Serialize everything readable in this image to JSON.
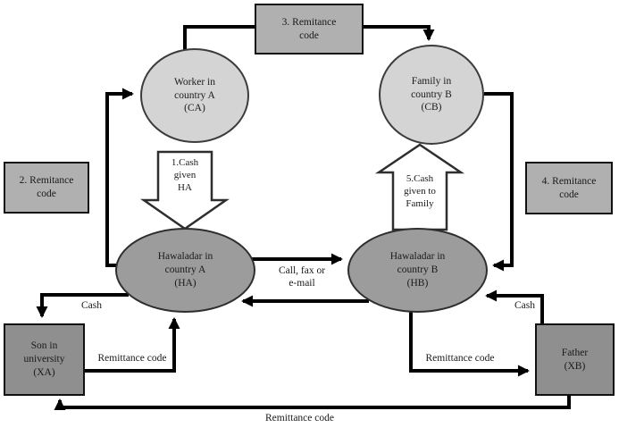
{
  "diagram": {
    "title": "Hawala remittance flow diagram",
    "colors": {
      "background": "#ffffff",
      "label_box_fill": "#b0b0b0",
      "person_ellipse_fill": "#d4d4d4",
      "hawaladar_ellipse_fill": "#9c9c9c",
      "end_box_fill": "#8f8f8f",
      "line": "#000000"
    },
    "nodes": {
      "code3": {
        "label": "3. Remitance\ncode"
      },
      "code2": {
        "label": "2. Remitance\ncode"
      },
      "code4": {
        "label": "4. Remitance\ncode"
      },
      "worker": {
        "label": "Worker in\ncountry A\n(CA)"
      },
      "family": {
        "label": "Family in\ncountry B\n(CB)"
      },
      "hawaladar_a": {
        "label": "Hawaladar in\ncountry A\n(HA)"
      },
      "hawaladar_b": {
        "label": "Hawaladar in\ncountry B\n(HB)"
      },
      "son": {
        "label": "Son in\nuniversity\n(XA)"
      },
      "father": {
        "label": "Father\n(XB)"
      }
    },
    "big_arrows": {
      "cash_to_ha": {
        "label": "1.Cash\ngiven\nHA"
      },
      "cash_to_family": {
        "label": "5.Cash\ngiven to\nFamily"
      }
    },
    "edge_labels": {
      "call_fax": {
        "label": "Call, fax or\ne-mail"
      },
      "cash_left": {
        "label": "Cash"
      },
      "cash_right": {
        "label": "Cash"
      },
      "remittance_left": {
        "label": "Remittance code"
      },
      "remittance_right": {
        "label": "Remittance code"
      },
      "remittance_bottom": {
        "label": "Remittance code"
      }
    }
  }
}
